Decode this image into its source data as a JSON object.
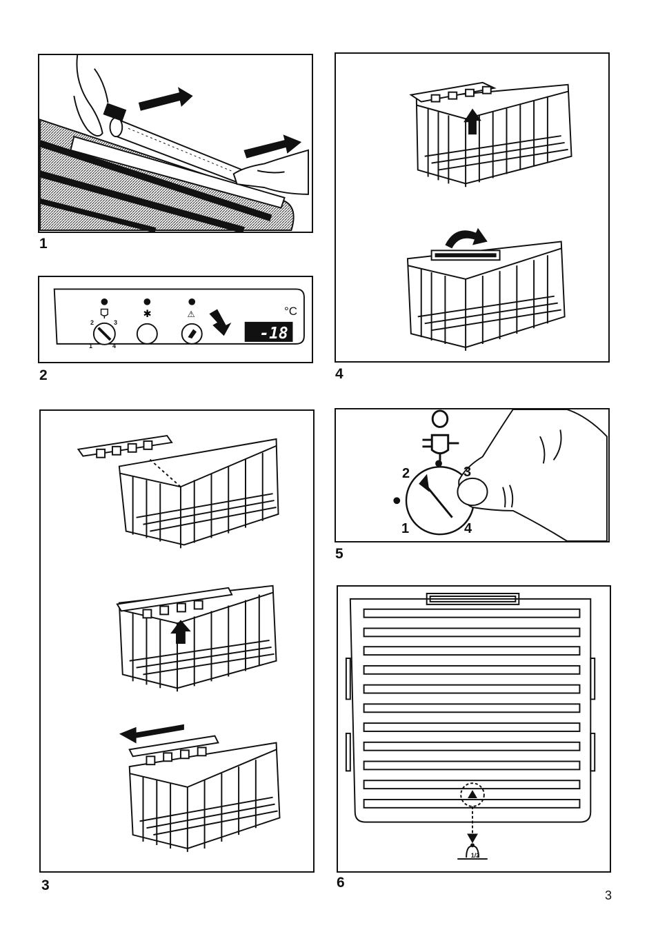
{
  "figures": [
    {
      "number": "1"
    },
    {
      "number": "2",
      "panel": {
        "dial_numbers": [
          "2",
          "3",
          "1",
          "4"
        ],
        "unit": "°C",
        "display": "-18"
      }
    },
    {
      "number": "3"
    },
    {
      "number": "4"
    },
    {
      "number": "5",
      "dial_numbers": [
        "2",
        "3",
        "1",
        "4"
      ]
    },
    {
      "number": "6",
      "label": "1/2"
    }
  ],
  "page_number": "3"
}
